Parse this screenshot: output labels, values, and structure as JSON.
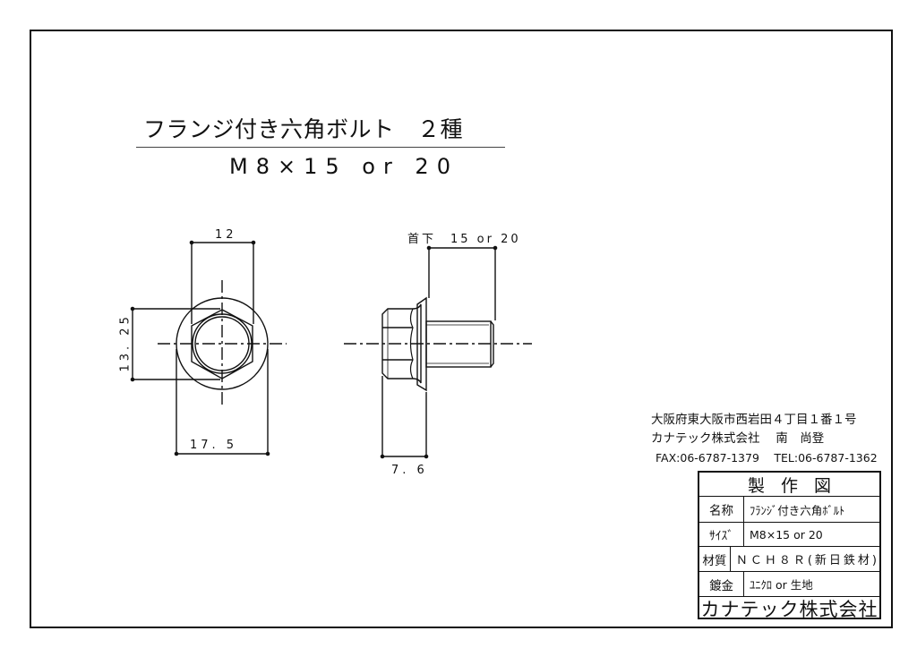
{
  "title": {
    "main": "フランジ付き六角ボルト　２種",
    "size": "M8×15 or 20"
  },
  "front_view": {
    "dim_top": "12",
    "dim_left": "13. 25",
    "dim_bottom": "17. 5"
  },
  "side_view": {
    "dim_top": "首下　15 or 20",
    "dim_bottom": "7. 6"
  },
  "maker_info": {
    "address": "大阪府東大阪市西岩田４丁目１番１号",
    "company_contact": "カナテック株式会社　 南　尚登",
    "phone_fax": "FAX:06-6787-1379　 TEL:06-6787-1362"
  },
  "title_block": {
    "header": "製作図",
    "rows": [
      {
        "label": "名称",
        "value": "ﾌﾗﾝｼﾞ付き六角ﾎﾞﾙﾄ"
      },
      {
        "label": "ｻｲｽﾞ",
        "value": "M8×15 or 20"
      },
      {
        "label": "材質",
        "value": "ＮＣＨ８Ｒ(新日鉄材)"
      },
      {
        "label": "鍍金",
        "value": "ﾕﾆｸﾛ or 生地"
      }
    ],
    "company": "カナテック株式会社"
  },
  "colors": {
    "line": "#111111",
    "background": "#ffffff"
  }
}
